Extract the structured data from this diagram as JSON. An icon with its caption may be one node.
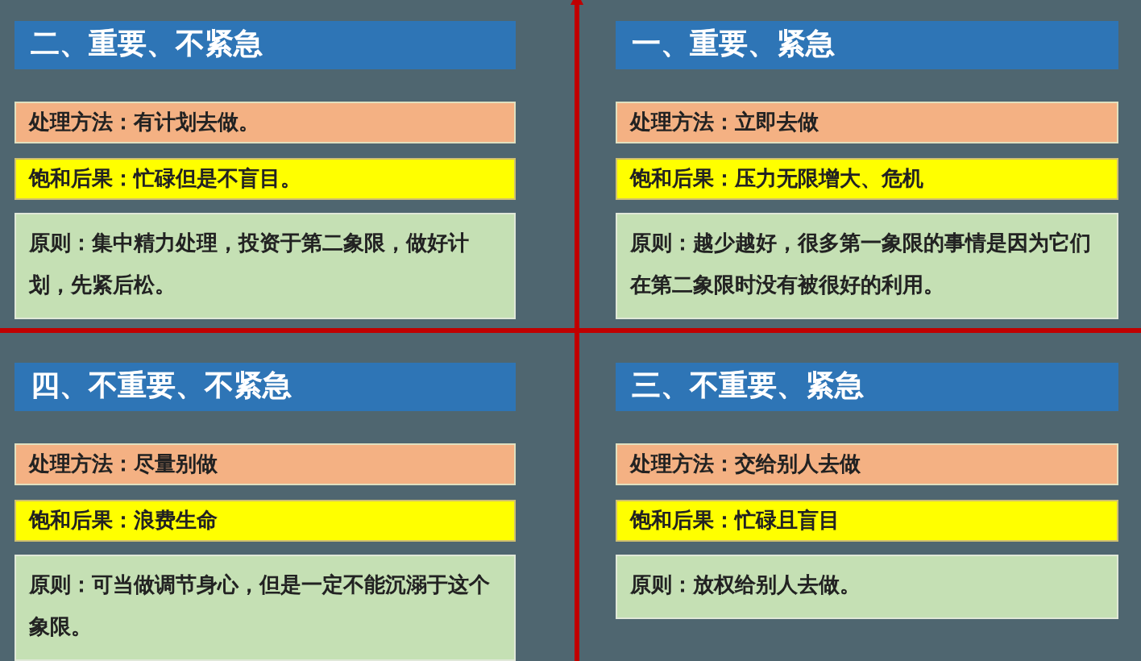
{
  "diagram": {
    "nodes": [
      {
        "text": [
          "二、重要、不紧急"
        ]
      },
      {
        "text": [
          "处理方法：有计划去做。"
        ]
      },
      {
        "text": [
          "饱和后果：忙碌但是不盲目。"
        ]
      },
      {
        "text": [
          "原则：集中精力处理，投资于第二象限，做好计划，先紧后松。"
        ]
      },
      {
        "text": [
          "一、重要、紧急"
        ]
      },
      {
        "text": [
          "处理方法：立即去做"
        ]
      },
      {
        "text": [
          "饱和后果：压力无限增大、危机"
        ]
      },
      {
        "text": [
          "原则：越少越好，很多第一象限的事情是因为它们在第二象限时没有被很好的利用。"
        ]
      },
      {
        "text": [
          "四、不重要、不紧急"
        ]
      },
      {
        "text": [
          "处理方法：尽量别做"
        ]
      },
      {
        "text": [
          "饱和后果：浪费生命"
        ]
      },
      {
        "text": [
          "原则：可当做调节身心，但是一定不能沉溺于这个象限。"
        ]
      },
      {
        "text": [
          "三、不重要、紧急"
        ]
      },
      {
        "text": [
          "处理方法：交给别人去做"
        ]
      },
      {
        "text": [
          "饱和后果：忙碌且盲目"
        ]
      },
      {
        "text": [
          "原则：放权给别人去做。"
        ]
      }
    ]
  }
}
